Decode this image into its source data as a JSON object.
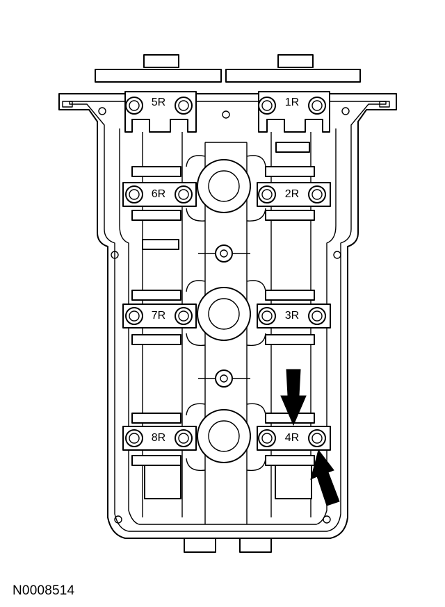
{
  "figure": {
    "id": "N0008514"
  },
  "bearing_caps": [
    {
      "label": "5R"
    },
    {
      "label": "1R"
    },
    {
      "label": "6R"
    },
    {
      "label": "2R"
    },
    {
      "label": "7R"
    },
    {
      "label": "3R"
    },
    {
      "label": "8R"
    },
    {
      "label": "4R"
    }
  ],
  "indicators": [
    {
      "icon": "arrow-down-icon"
    },
    {
      "icon": "arrow-up-icon"
    }
  ],
  "colors": {
    "ink": "#000000",
    "paper": "#ffffff"
  }
}
